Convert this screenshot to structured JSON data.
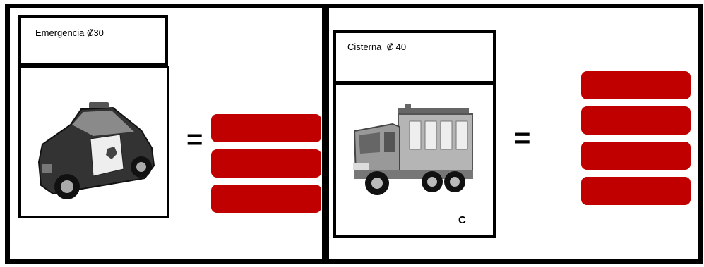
{
  "left_card": {
    "label": "Emergencia ₡30",
    "image_icon": "police-car-icon",
    "equals": "=",
    "bars": [
      {
        "color": "#c00000"
      },
      {
        "color": "#c00000"
      },
      {
        "color": "#c00000"
      }
    ]
  },
  "right_card": {
    "label": "Cisterna  ₡ 40",
    "image_icon": "fire-truck-icon",
    "letter": "C",
    "equals": "=",
    "bars": [
      {
        "color": "#c00000"
      },
      {
        "color": "#c00000"
      },
      {
        "color": "#c00000"
      },
      {
        "color": "#c00000"
      }
    ]
  },
  "colors": {
    "accent_red": "#c00000",
    "border": "#000000"
  }
}
